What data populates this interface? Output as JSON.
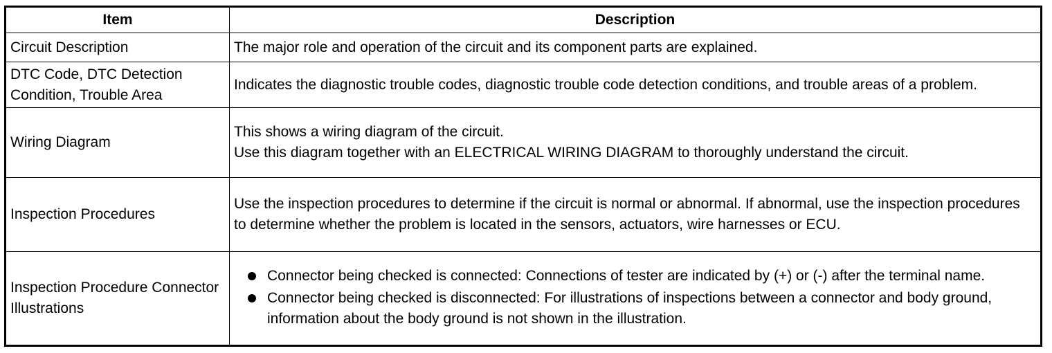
{
  "table": {
    "headers": {
      "item": "Item",
      "description": "Description"
    },
    "rows": [
      {
        "item": "Circuit Description",
        "description": "The major role and operation of the circuit and its component parts are explained."
      },
      {
        "item": "DTC Code, DTC Detection Condition, Trouble Area",
        "description": "Indicates the diagnostic trouble codes, diagnostic trouble code detection conditions, and trouble areas of a problem."
      },
      {
        "item": "Wiring Diagram",
        "description_lines": [
          "This shows a wiring diagram of the circuit.",
          "Use this diagram together with an ELECTRICAL WIRING DIAGRAM to thoroughly understand the circuit."
        ]
      },
      {
        "item": "Inspection Procedures",
        "description": "Use the inspection procedures to determine if the circuit is normal or abnormal. If abnormal, use the inspection procedures to determine whether the problem is located in the sensors, actuators, wire harnesses or ECU."
      },
      {
        "item": "Inspection Procedure Connector Illustrations",
        "bullets": [
          "Connector being checked is connected: Connections of tester are indicated by (+) or (-) after the terminal name.",
          "Connector being checked is disconnected: For illustrations of inspections between a connector and body ground, information about the body ground is not shown in the illustration."
        ]
      }
    ]
  }
}
